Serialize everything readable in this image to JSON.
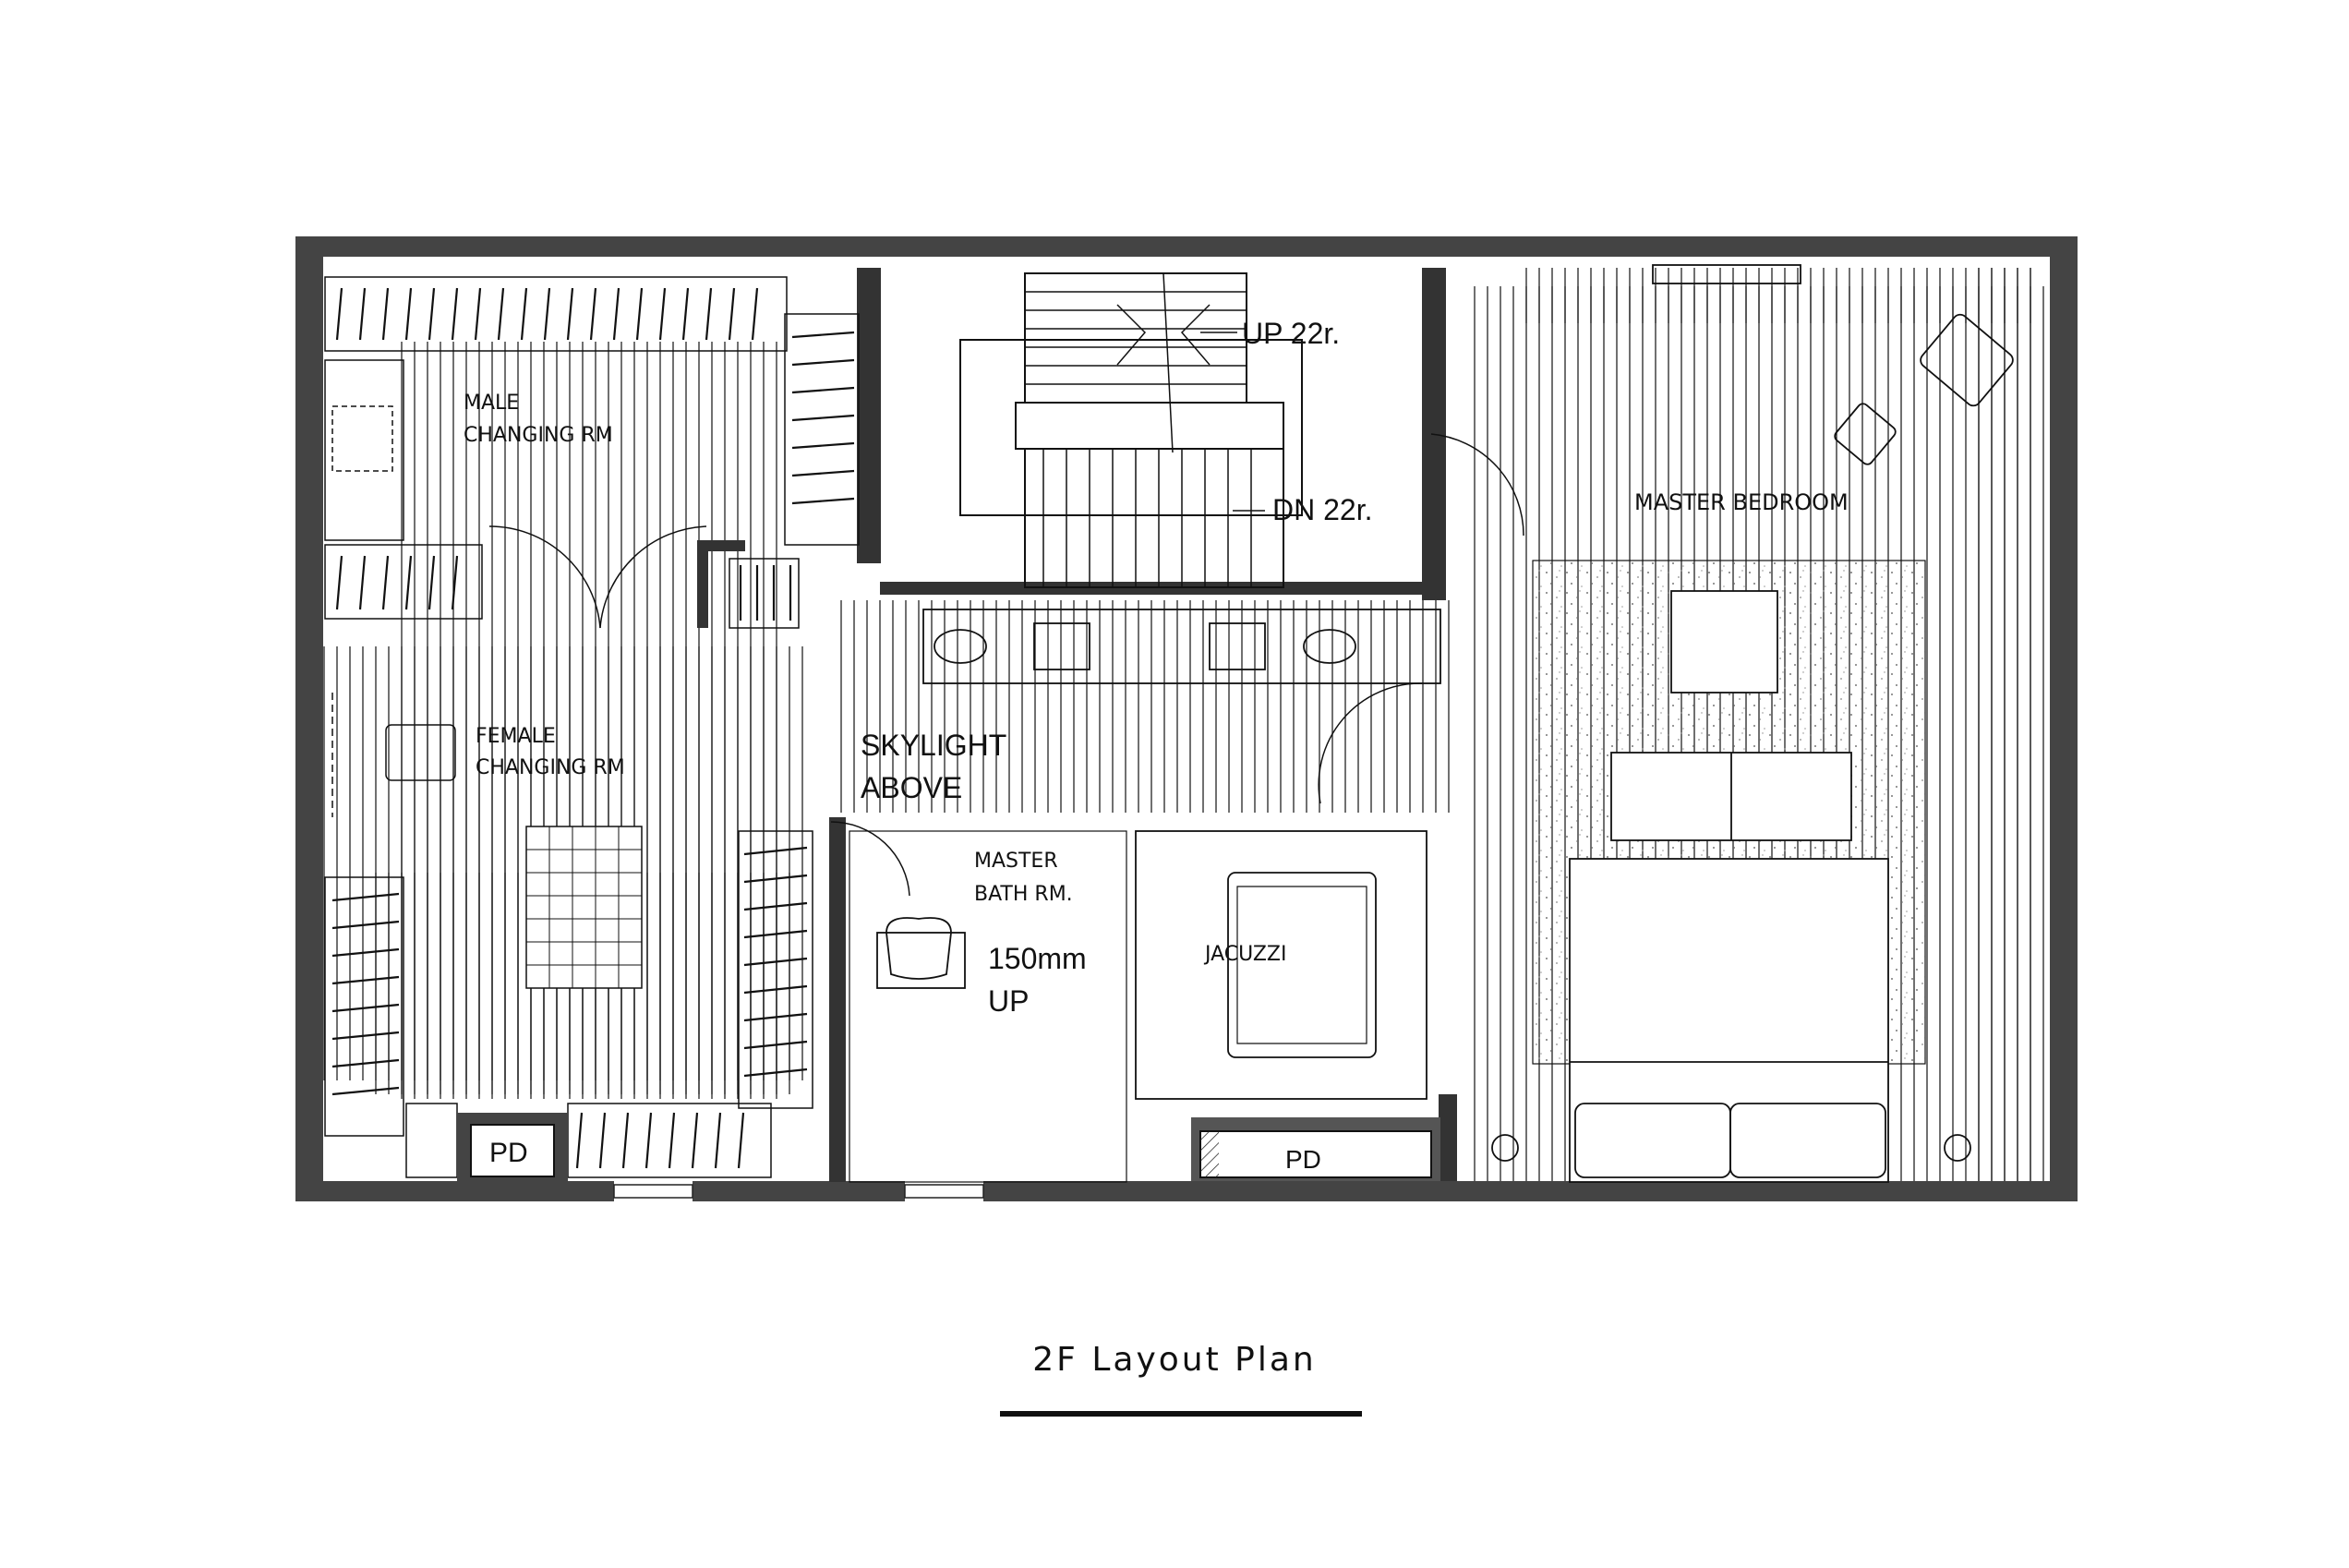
{
  "title": "2F Layout Plan",
  "rooms": {
    "male_changing": [
      "MALE",
      "CHANGING RM"
    ],
    "female_changing": [
      "FEMALE",
      "CHANGING RM"
    ],
    "master_bath": [
      "MASTER",
      "BATH RM."
    ],
    "jacuzzi": "JACUZZI",
    "master_bedroom": "MASTER BEDROOM"
  },
  "annotations": {
    "stair_up": "UP 22r.",
    "stair_down": "DN 22r.",
    "skylight": [
      "SKYLIGHT",
      "ABOVE"
    ],
    "step": [
      "150mm",
      "UP"
    ],
    "pd_left": "PD",
    "pd_right": "PD"
  }
}
